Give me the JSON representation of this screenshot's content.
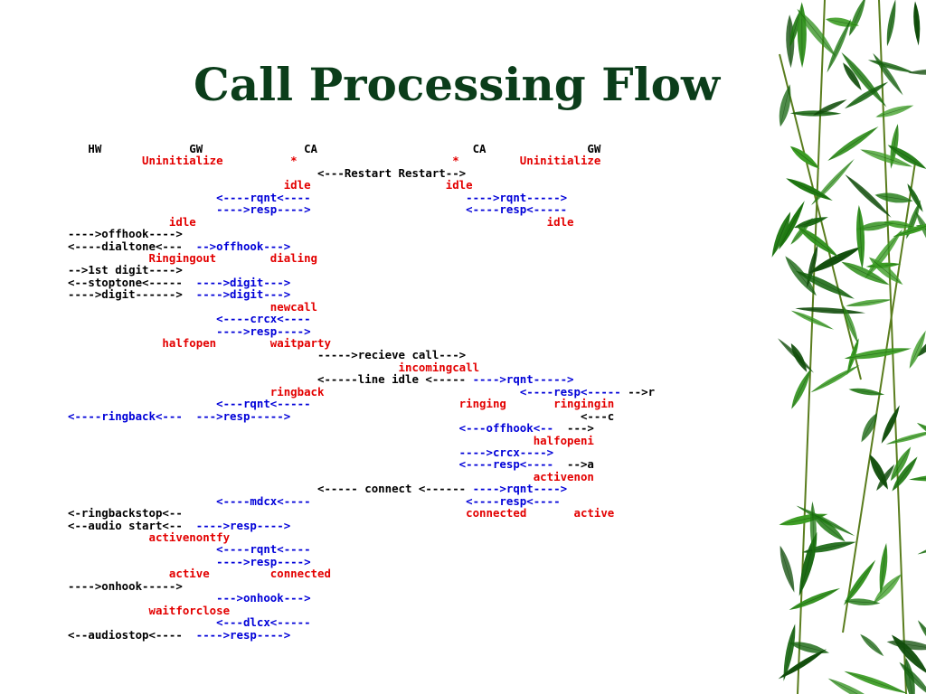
{
  "slide": {
    "title": "Call Processing Flow"
  },
  "flow_lines": [
    [
      [
        "k",
        "   HW             GW               CA                       CA               GW"
      ]
    ],
    [
      [
        "r",
        "           Uninitialize          *                       *         Uninitialize"
      ]
    ],
    [
      [
        "k",
        "                                     <---Restart Restart-->"
      ]
    ],
    [
      [
        "r",
        "                                idle                    idle"
      ]
    ],
    [
      [
        "b",
        "                      <----rqnt<----                       ---->rqnt----->"
      ]
    ],
    [
      [
        "b",
        "                      ---->resp---->                       <----resp<-----"
      ]
    ],
    [
      [
        "r",
        "               idle                                                    idle"
      ]
    ],
    [
      [
        "k",
        "---->offhook---->"
      ]
    ],
    [
      [
        "k",
        "<----dialtone<---  "
      ],
      [
        "b",
        "-->offhook--->"
      ]
    ],
    [
      [
        "r",
        "            Ringingout        dialing"
      ]
    ],
    [
      [
        "k",
        "-->1st digit---->"
      ]
    ],
    [
      [
        "k",
        "<--stoptone<-----  "
      ],
      [
        "b",
        "---->digit--->"
      ]
    ],
    [
      [
        "k",
        "---->digit------>  "
      ],
      [
        "b",
        "---->digit--->"
      ]
    ],
    [
      [
        "r",
        "                              newcall"
      ]
    ],
    [
      [
        "b",
        "                      <----crcx<----"
      ]
    ],
    [
      [
        "b",
        "                      ---->resp---->"
      ]
    ],
    [
      [
        "r",
        "              halfopen        waitparty"
      ]
    ],
    [
      [
        "k",
        "                                     ----->recieve call--->"
      ]
    ],
    [
      [
        "r",
        "                                                 incomingcall"
      ]
    ],
    [
      [
        "k",
        "                                     <-----line idle <----- "
      ],
      [
        "b",
        "---->rqnt----->"
      ]
    ],
    [
      [
        "r",
        "                              ringback"
      ],
      [
        "b",
        "                             <----resp<----- "
      ],
      [
        "k",
        "-->r"
      ]
    ],
    [
      [
        "b",
        "                      <---rqnt<-----"
      ],
      [
        "r",
        "                      ringing       ringingin"
      ]
    ],
    [
      [
        "b",
        "<----ringback<---  --->resp----->"
      ],
      [
        "k",
        "                                           <---c"
      ]
    ],
    [
      [
        "b",
        "                                                          <---offhook<--  "
      ],
      [
        "k",
        "--->"
      ]
    ],
    [
      [
        "r",
        "                                                                     halfopeni"
      ]
    ],
    [
      [
        "b",
        "                                                          ---->crcx---->"
      ]
    ],
    [
      [
        "b",
        "                                                          <----resp<----  "
      ],
      [
        "k",
        "-->a"
      ]
    ],
    [
      [
        "r",
        "                                                                     activenon"
      ]
    ],
    [
      [
        "k",
        "                                     <----- connect <------ "
      ],
      [
        "b",
        "---->rqnt---->"
      ]
    ],
    [
      [
        "b",
        "                      <----mdcx<----                       <----resp<----"
      ]
    ],
    [
      [
        "k",
        "<-ringbackstop<--"
      ],
      [
        "r",
        "                                          connected       active"
      ]
    ],
    [
      [
        "k",
        "<--audio start<--  "
      ],
      [
        "b",
        "---->resp---->"
      ]
    ],
    [
      [
        "r",
        "            activenontfy"
      ]
    ],
    [
      [
        "b",
        "                      <----rqnt<----"
      ]
    ],
    [
      [
        "b",
        "                      ---->resp---->"
      ]
    ],
    [
      [
        "r",
        "               active         connected"
      ]
    ],
    [
      [
        "k",
        "---->onhook----->"
      ]
    ],
    [
      [
        "b",
        "                      --->onhook--->"
      ]
    ],
    [
      [
        "r",
        "            waitforclose"
      ]
    ],
    [
      [
        "b",
        "                      <---dlcx<-----"
      ]
    ],
    [
      [
        "k",
        "<--audiostop<----  "
      ],
      [
        "b",
        "---->resp---->"
      ]
    ]
  ],
  "decoration": {
    "image": "bamboo-leaves-border",
    "leaf_color": "#1f7a12"
  }
}
